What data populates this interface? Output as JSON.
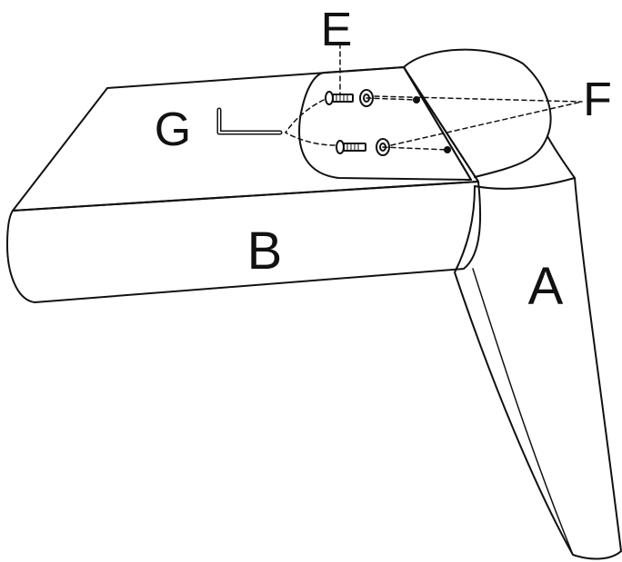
{
  "labels": {
    "a": "A",
    "b": "B",
    "e": "E",
    "f": "F",
    "g": "G"
  },
  "colors": {
    "line": "#111111",
    "background": "#ffffff"
  }
}
